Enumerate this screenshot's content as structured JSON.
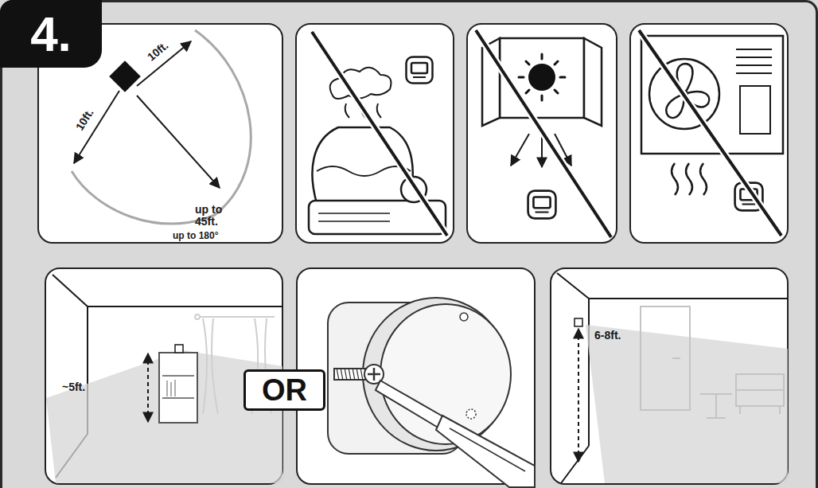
{
  "diagram": {
    "nodes": [
      {
        "text": [
          "4."
        ]
      },
      {
        "text": [
          "OR"
        ]
      }
    ],
    "labels": [
      "10ft.",
      "10ft.",
      "up to 45ft.",
      "up to 180°",
      "~5ft.",
      "6-8ft."
    ]
  }
}
